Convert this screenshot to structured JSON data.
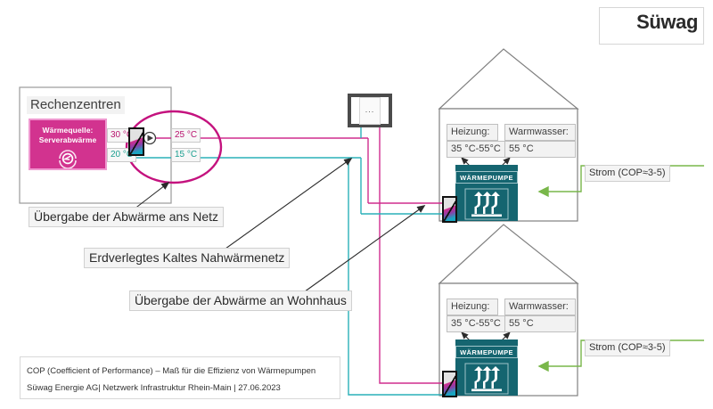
{
  "logo": {
    "name": "Süwag",
    "wave_color": "#f5c400"
  },
  "datacenter": {
    "title": "Rechenzentren",
    "source_box": {
      "line1": "Wärmequelle:",
      "line2": "Serverabwärme",
      "icon": "server-heat-icon",
      "color": "#d2338f"
    },
    "temperatures": {
      "supply_in": "30 °C",
      "return_in": "20 °C",
      "supply_out": "25 °C",
      "return_out": "15 °C"
    },
    "heat_exchanger_name": "heat-exchanger",
    "pump_name": "circulation-pump"
  },
  "network": {
    "node_dots": "...",
    "hot_pipe_color": "#cf2d8e",
    "cold_pipe_color": "#2ab0b8"
  },
  "houses": [
    {
      "id": "house-top",
      "heating_label": "Heizung:",
      "heating_value": "35 °C-55°C",
      "hotwater_label": "Warmwasser:",
      "hotwater_value": "55 °C",
      "heatpump_label": "WÄRMEPUMPE",
      "power_label": "Strom (COP≈3-5)"
    },
    {
      "id": "house-bottom",
      "heating_label": "Heizung:",
      "heating_value": "35 °C-55°C",
      "hotwater_label": "Warmwasser:",
      "hotwater_value": "55 °C",
      "heatpump_label": "WÄRMEPUMPE",
      "power_label": "Strom (COP≈3-5)"
    }
  ],
  "annotations": [
    {
      "id": "annot-1",
      "text": "Übergabe der Abwärme ans Netz"
    },
    {
      "id": "annot-2",
      "text": "Erdverlegtes Kaltes Nahwärmenetz"
    },
    {
      "id": "annot-3",
      "text": "Übergabe der Abwärme an Wohnhaus"
    }
  ],
  "footer": {
    "line1": "COP (Coefficient of Performance) – Maß für die Effizienz von Wärmepumpen",
    "line2": "Süwag Energie AG| Netzwerk Infrastruktur Rhein-Main  |  27.06.2023"
  },
  "colors": {
    "heat_pump_teal": "#156570",
    "power_green": "#79b74a",
    "highlight_ellipse": "#c4127e"
  }
}
